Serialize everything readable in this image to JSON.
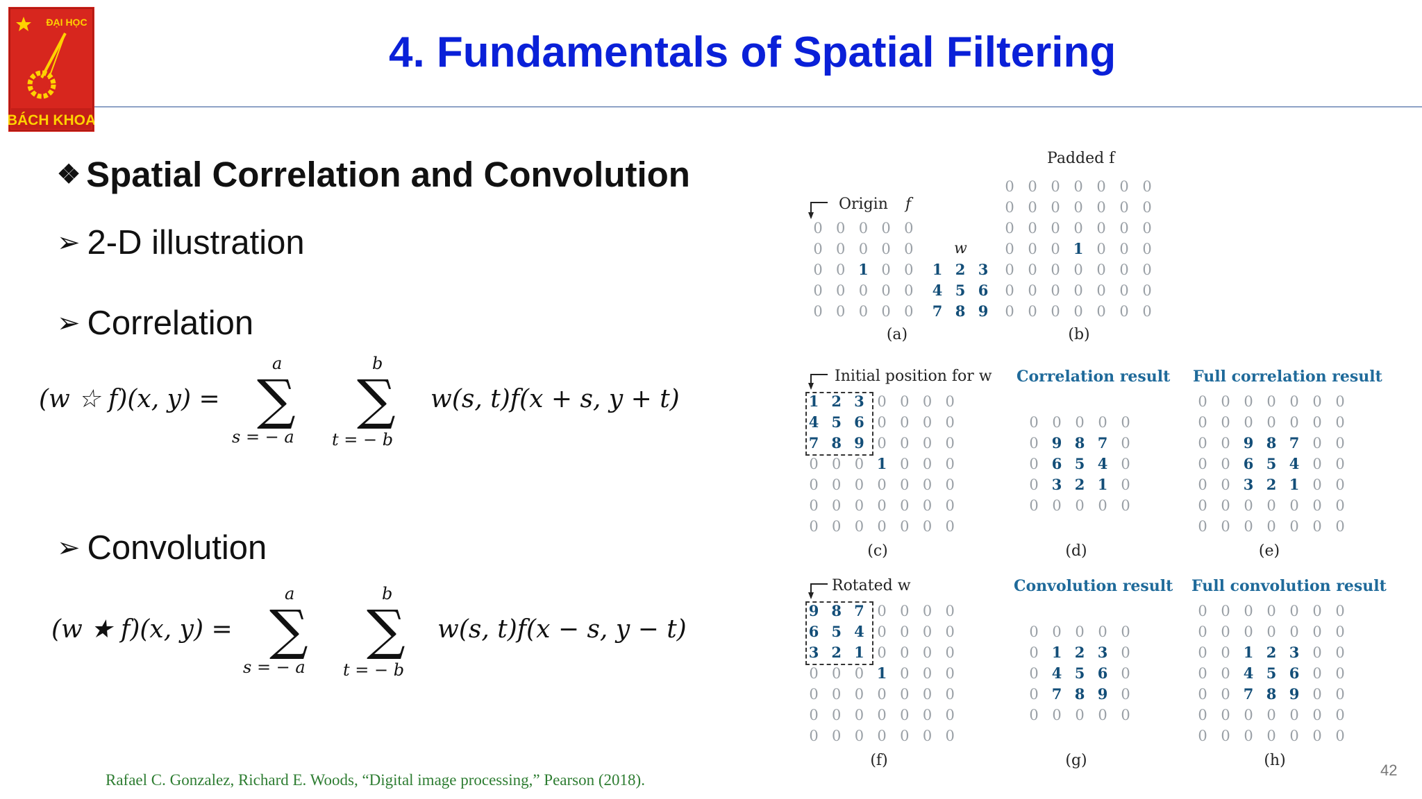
{
  "logo": {
    "top_text": "ĐẠI HỌC",
    "bottom_text": "BÁCH KHOA"
  },
  "title": "4. Fundamentals of Spatial Filtering",
  "section_heading": "Spatial Correlation and Convolution",
  "bullets": [
    "2-D illustration",
    "Correlation",
    "Convolution"
  ],
  "correlation_formula": {
    "lhs": "(w ☆ f)(x, y) =",
    "sum1_upper": "a",
    "sum1_lower": "s = − a",
    "sum2_upper": "b",
    "sum2_lower": "t = − b",
    "rhs": "w(s, t)f(x + s, y + t)"
  },
  "convolution_formula": {
    "lhs": "(w ★ f)(x, y) =",
    "sum1_upper": "a",
    "sum1_lower": "s = − a",
    "sum2_upper": "b",
    "sum2_lower": "t = − b",
    "rhs": "w(s, t)f(x − s, y − t)"
  },
  "figure": {
    "a": {
      "caption": "(a)",
      "origin_label": "Origin",
      "f_label": "f",
      "w_label": "w",
      "f": [
        [
          0,
          0,
          0,
          0,
          0
        ],
        [
          0,
          0,
          0,
          0,
          0
        ],
        [
          0,
          0,
          1,
          0,
          0
        ],
        [
          0,
          0,
          0,
          0,
          0
        ],
        [
          0,
          0,
          0,
          0,
          0
        ]
      ],
      "w": [
        [
          1,
          2,
          3
        ],
        [
          4,
          5,
          6
        ],
        [
          7,
          8,
          9
        ]
      ]
    },
    "b": {
      "caption": "(b)",
      "label": "Padded f",
      "grid": [
        [
          0,
          0,
          0,
          0,
          0,
          0,
          0
        ],
        [
          0,
          0,
          0,
          0,
          0,
          0,
          0
        ],
        [
          0,
          0,
          0,
          0,
          0,
          0,
          0
        ],
        [
          0,
          0,
          0,
          1,
          0,
          0,
          0
        ],
        [
          0,
          0,
          0,
          0,
          0,
          0,
          0
        ],
        [
          0,
          0,
          0,
          0,
          0,
          0,
          0
        ],
        [
          0,
          0,
          0,
          0,
          0,
          0,
          0
        ]
      ]
    },
    "c": {
      "caption": "(c)",
      "label": "Initial position for w",
      "grid": [
        [
          1,
          2,
          3,
          0,
          0,
          0,
          0
        ],
        [
          4,
          5,
          6,
          0,
          0,
          0,
          0
        ],
        [
          7,
          8,
          9,
          0,
          0,
          0,
          0
        ],
        [
          0,
          0,
          0,
          1,
          0,
          0,
          0
        ],
        [
          0,
          0,
          0,
          0,
          0,
          0,
          0
        ],
        [
          0,
          0,
          0,
          0,
          0,
          0,
          0
        ],
        [
          0,
          0,
          0,
          0,
          0,
          0,
          0
        ]
      ]
    },
    "d": {
      "caption": "(d)",
      "label": "Correlation result",
      "grid": [
        [
          0,
          0,
          0,
          0,
          0
        ],
        [
          0,
          9,
          8,
          7,
          0
        ],
        [
          0,
          6,
          5,
          4,
          0
        ],
        [
          0,
          3,
          2,
          1,
          0
        ],
        [
          0,
          0,
          0,
          0,
          0
        ]
      ]
    },
    "e": {
      "caption": "(e)",
      "label": "Full correlation result",
      "grid": [
        [
          0,
          0,
          0,
          0,
          0,
          0,
          0
        ],
        [
          0,
          0,
          0,
          0,
          0,
          0,
          0
        ],
        [
          0,
          0,
          9,
          8,
          7,
          0,
          0
        ],
        [
          0,
          0,
          6,
          5,
          4,
          0,
          0
        ],
        [
          0,
          0,
          3,
          2,
          1,
          0,
          0
        ],
        [
          0,
          0,
          0,
          0,
          0,
          0,
          0
        ],
        [
          0,
          0,
          0,
          0,
          0,
          0,
          0
        ]
      ]
    },
    "f": {
      "caption": "(f)",
      "label": "Rotated w",
      "grid": [
        [
          9,
          8,
          7,
          0,
          0,
          0,
          0
        ],
        [
          6,
          5,
          4,
          0,
          0,
          0,
          0
        ],
        [
          3,
          2,
          1,
          0,
          0,
          0,
          0
        ],
        [
          0,
          0,
          0,
          1,
          0,
          0,
          0
        ],
        [
          0,
          0,
          0,
          0,
          0,
          0,
          0
        ],
        [
          0,
          0,
          0,
          0,
          0,
          0,
          0
        ],
        [
          0,
          0,
          0,
          0,
          0,
          0,
          0
        ]
      ]
    },
    "g": {
      "caption": "(g)",
      "label": "Convolution result",
      "grid": [
        [
          0,
          0,
          0,
          0,
          0
        ],
        [
          0,
          1,
          2,
          3,
          0
        ],
        [
          0,
          4,
          5,
          6,
          0
        ],
        [
          0,
          7,
          8,
          9,
          0
        ],
        [
          0,
          0,
          0,
          0,
          0
        ]
      ]
    },
    "h": {
      "caption": "(h)",
      "label": "Full convolution result",
      "grid": [
        [
          0,
          0,
          0,
          0,
          0,
          0,
          0
        ],
        [
          0,
          0,
          0,
          0,
          0,
          0,
          0
        ],
        [
          0,
          0,
          1,
          2,
          3,
          0,
          0
        ],
        [
          0,
          0,
          4,
          5,
          6,
          0,
          0
        ],
        [
          0,
          0,
          7,
          8,
          9,
          0,
          0
        ],
        [
          0,
          0,
          0,
          0,
          0,
          0,
          0
        ],
        [
          0,
          0,
          0,
          0,
          0,
          0,
          0
        ]
      ]
    }
  },
  "citation": "Rafael C. Gonzalez, Richard E. Woods, “Digital image processing,” Pearson (2018).",
  "page_number": "42",
  "colors": {
    "title": "#0a20d8",
    "logo_red": "#d7261e",
    "logo_yellow": "#ffd200",
    "figure_highlight": "#134e78",
    "figure_header": "#1f6a9a",
    "citation": "#2e7d32"
  }
}
